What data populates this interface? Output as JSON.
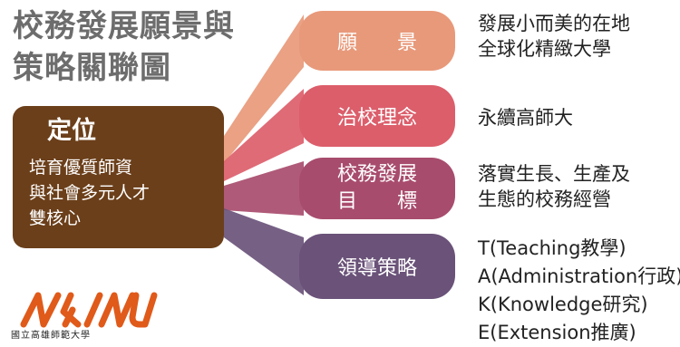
{
  "title": {
    "line1": "校務發展願景與",
    "line2": "策略關聯圖"
  },
  "core": {
    "title": "定位",
    "body_lines": [
      "培育優質師資",
      "與社會多元人才",
      "雙核心"
    ]
  },
  "rows": [
    {
      "pill_line1": "願　　景",
      "pill_line2": "",
      "color": "#e8997a",
      "desc_lines": [
        "發展小而美的在地",
        "全球化精緻大學"
      ]
    },
    {
      "pill_line1": "治校理念",
      "pill_line2": "",
      "color": "#dc5e6b",
      "desc_lines": [
        "永續高師大"
      ]
    },
    {
      "pill_line1": "校務發展",
      "pill_line2": "目　　標",
      "color": "#a84c6d",
      "desc_lines": [
        "落實生長、生產及",
        "生態的校務經營"
      ]
    },
    {
      "pill_line1": "領導策略",
      "pill_line2": "",
      "color": "#6a5279",
      "desc_lines": [
        "T(Teaching教學)",
        "A(Administration行政)",
        "K(Knowledge研究)",
        "E(Extension推廣)"
      ]
    }
  ],
  "logo": {
    "mark_color": "#e05a1a",
    "caption": "國立高雄師範大學"
  }
}
